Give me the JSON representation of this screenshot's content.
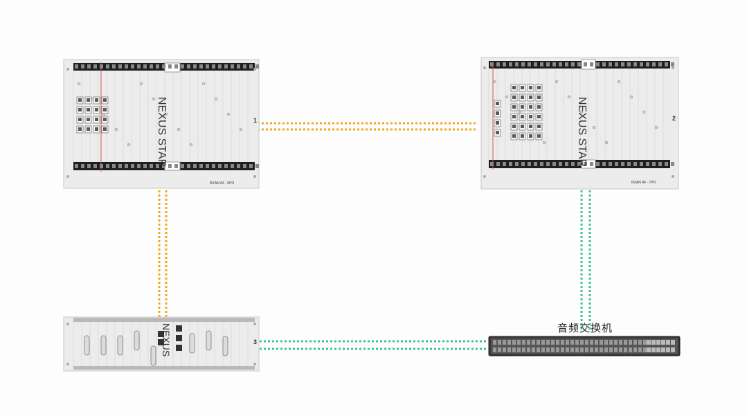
{
  "racks": [
    {
      "brand": "NEXUS STAR",
      "number": "1",
      "model": "RXAN 84 - 6PO"
    },
    {
      "brand": "NEXUS STAR",
      "number": "2",
      "model": "RXAN 84 - 7PO"
    },
    {
      "brand": "NEXUS",
      "number": "3"
    }
  ],
  "switch": {
    "label": "音频交换机"
  },
  "colors": {
    "fiber_link": "#f2a81d",
    "network_link": "#3fc48e",
    "rack_body": "#ececec",
    "rack_dark": "#1f1f1f"
  },
  "links": [
    {
      "from": "rack-1",
      "to": "rack-2",
      "type": "fiber_link"
    },
    {
      "from": "rack-1",
      "to": "rack-3",
      "type": "fiber_link"
    },
    {
      "from": "rack-2",
      "to": "audio-switch",
      "type": "network_link"
    },
    {
      "from": "rack-3",
      "to": "audio-switch",
      "type": "network_link"
    }
  ]
}
